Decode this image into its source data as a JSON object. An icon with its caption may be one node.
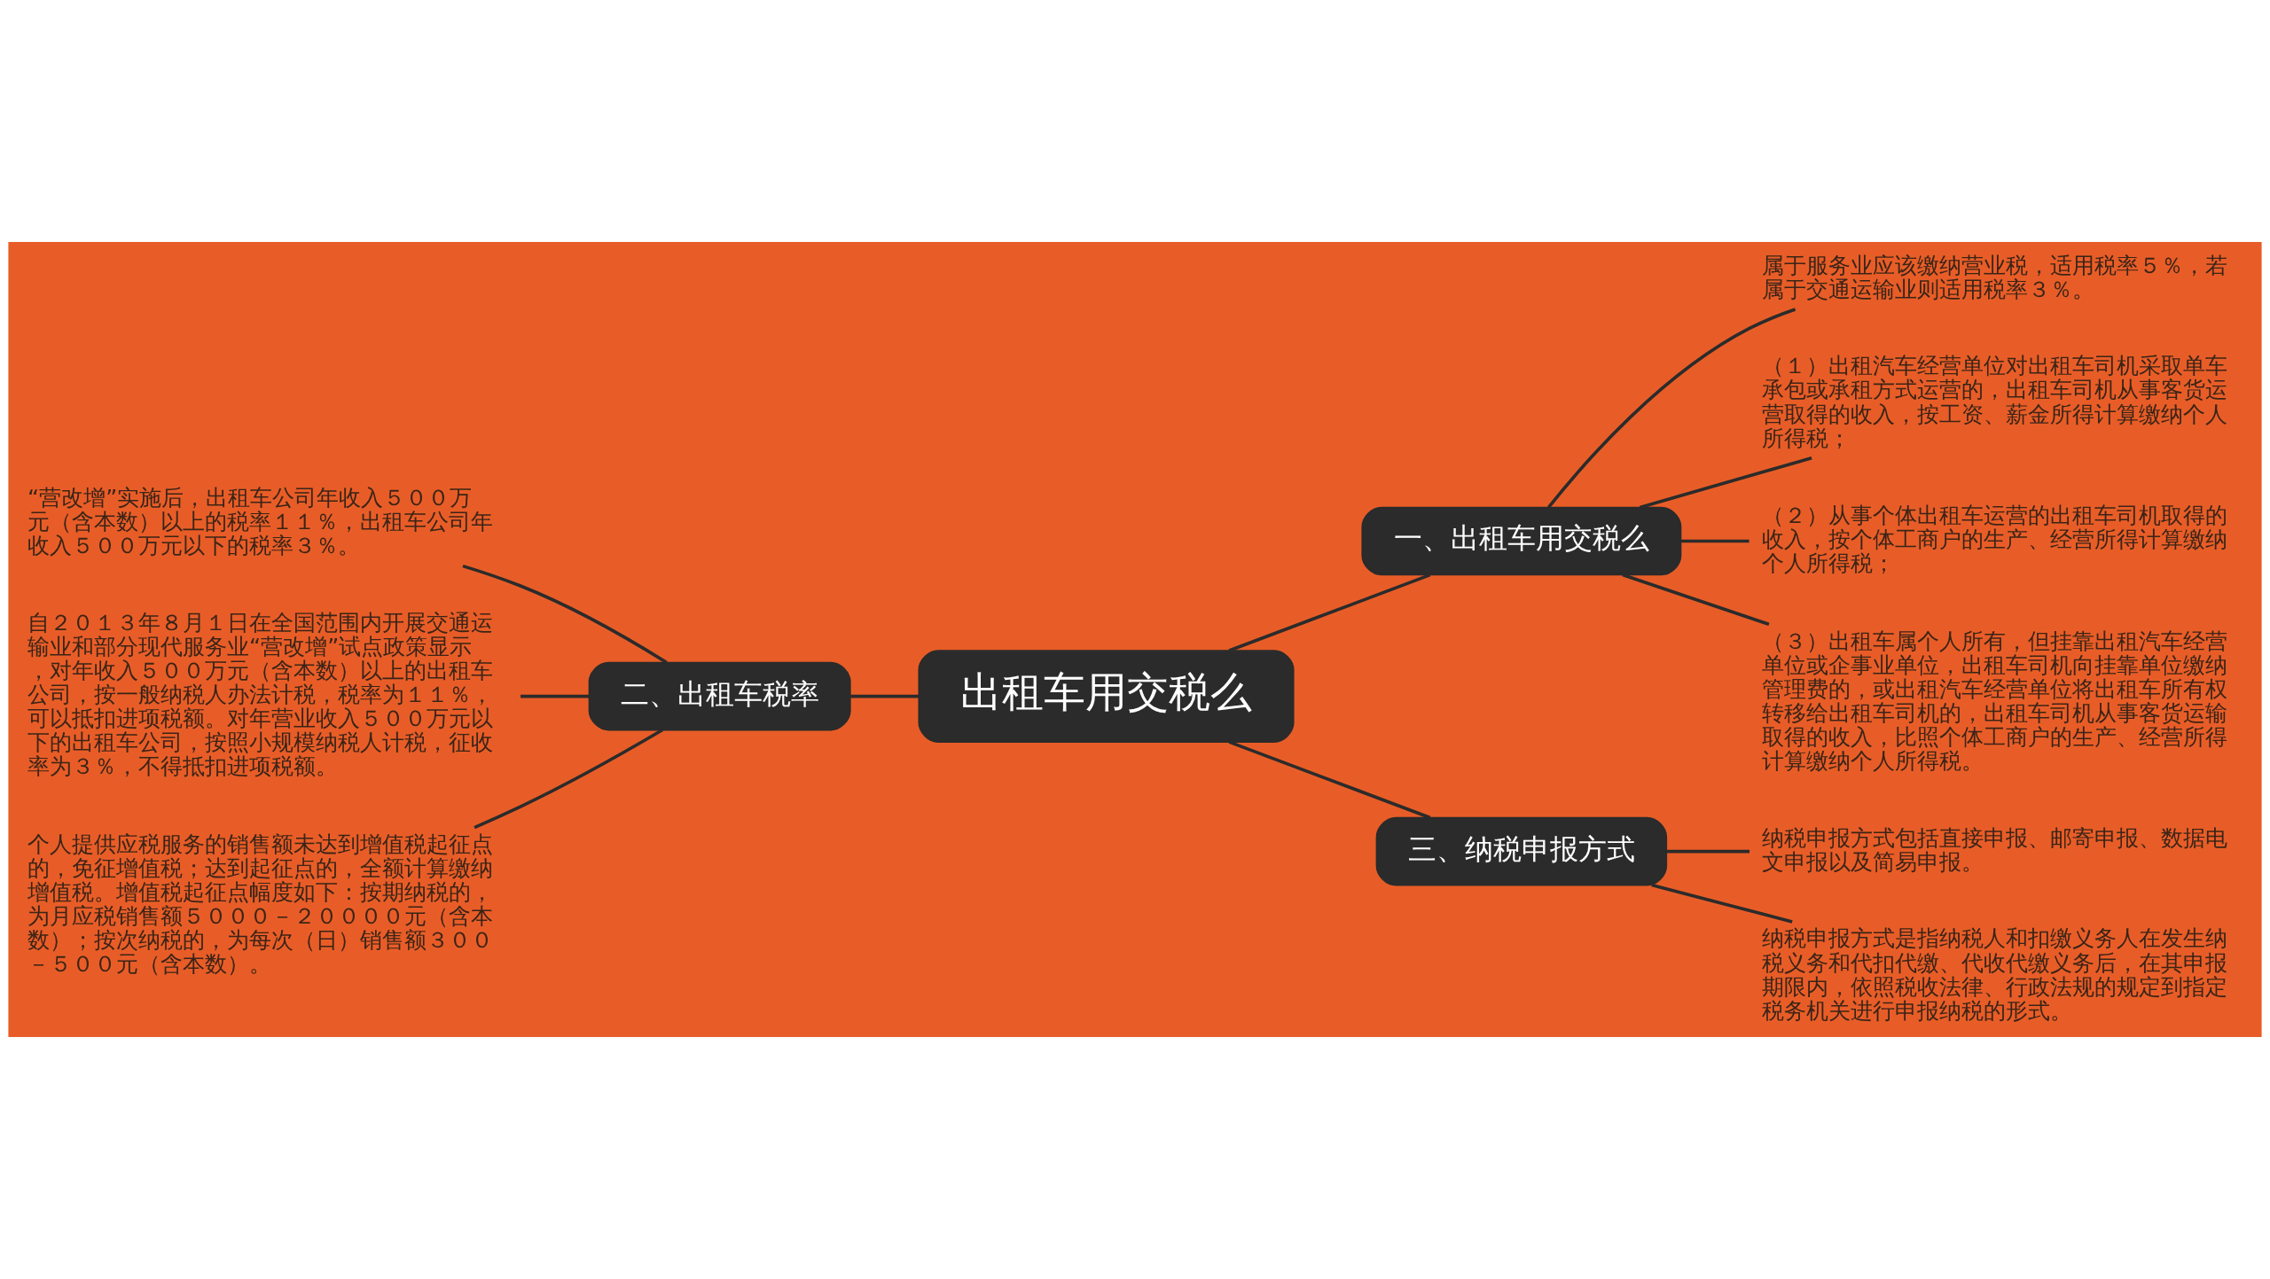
{
  "diagram": {
    "nodes": [
      {
        "text": [
          "出租车用交税么"
        ]
      },
      {
        "text": [
          "一、出租车用交税么"
        ]
      },
      {
        "text": [
          "属于服务业应该缴纳营业税，适用税率５％，若属于交通运输业则适用税率３％。"
        ]
      },
      {
        "text": [
          "（１）出租汽车经营单位对出租车司机采取单车承包或承租方式运营的，出租车司机从事客货运营取得的收入，按工资、薪金所得计算缴纳个人所得税；"
        ]
      },
      {
        "text": [
          "（２）从事个体出租车运营的出租车司机取得的收入，按个体工商户的生产、经营所得计算缴纳个人所得税；"
        ]
      },
      {
        "text": [
          "（３）出租车属个人所有，但挂靠出租汽车经营单位或企事业单位，出租车司机向挂靠单位缴纳管理费的，或出租汽车经营单位将出租车所有权转移给出租车司机的，出租车司机从事客货运输取得的收入，比照个体工商户的生产、经营所得计算缴纳个人所得税。"
        ]
      },
      {
        "text": [
          "二、出租车税率"
        ]
      },
      {
        "text": [
          "“营改增”实施后，出租车公司年收入５００万元（含本数）以上的税率１１％，出租车公司年收入５００万元以下的税率３％。"
        ]
      },
      {
        "text": [
          "自２０１３年８月１日在全国范围内开展交通运输业和部分现代服务业“营改增”试点政策显示，对年收入５００万元（含本数）以上的出租车公司，按一般纳税人办法计税，税率为１１％，可以抵扣进项税额。对年营业收入５００万元以下的出租车公司，按照小规模纳税人计税，征收率为３％，不得抵扣进项税额。"
        ]
      },
      {
        "text": [
          "个人提供应税服务的销售额未达到增值税起征点的，免征增值税；达到起征点的，全额计算缴纳增值税。增值税起征点幅度如下：按期纳税的，为月应税销售额５０００－２００００元（含本数）；按次纳税的，为每次（日）销售额３００－５００元（含本数）。"
        ]
      },
      {
        "text": [
          "三、纳税申报方式"
        ]
      },
      {
        "text": [
          "纳税申报方式包括直接申报、邮寄申报、数据电文申报以及简易申报。"
        ]
      },
      {
        "text": [
          "纳税申报方式是指纳税人和扣缴义务人在发生纳税义务和代扣代缴、代收代缴义务后，在其申报期限内，依照税收法律、行政法规的规定到指定税务机关进行申报纳税的形式。"
        ]
      }
    ],
    "edges": [
      {
        "from": 0,
        "to": 1,
        "arrow": "none"
      },
      {
        "from": 1,
        "to": 2,
        "arrow": "none"
      },
      {
        "from": 1,
        "to": 3,
        "arrow": "none"
      },
      {
        "from": 1,
        "to": 4,
        "arrow": "none"
      },
      {
        "from": 1,
        "to": 5,
        "arrow": "none"
      },
      {
        "from": 0,
        "to": 6,
        "arrow": "none"
      },
      {
        "from": 6,
        "to": 7,
        "arrow": "none"
      },
      {
        "from": 6,
        "to": 8,
        "arrow": "none"
      },
      {
        "from": 6,
        "to": 9,
        "arrow": "none"
      },
      {
        "from": 0,
        "to": 10,
        "arrow": "none"
      },
      {
        "from": 10,
        "to": 11,
        "arrow": "none"
      },
      {
        "from": 10,
        "to": 12,
        "arrow": "none"
      }
    ]
  }
}
